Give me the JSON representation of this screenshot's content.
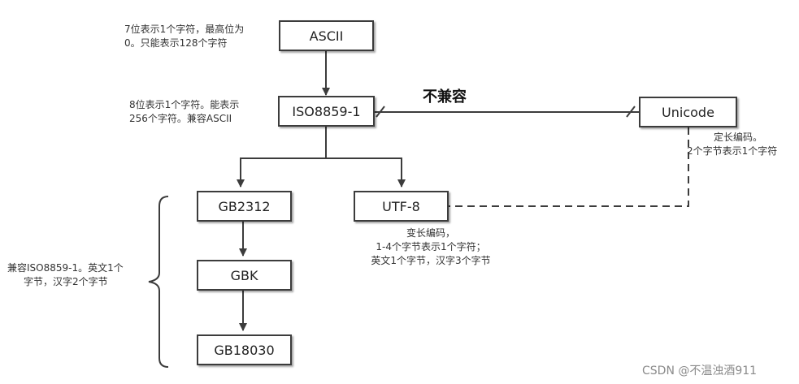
{
  "nodes": {
    "ascii": "ASCII",
    "iso8859": "ISO8859-1",
    "unicode": "Unicode",
    "gb2312": "GB2312",
    "utf8": "UTF-8",
    "gbk": "GBK",
    "gb18030": "GB18030"
  },
  "notes": {
    "ascii": [
      "7位表示1个字符，最高位为",
      "0。只能表示128个字符"
    ],
    "iso8859": [
      "8位表示1个字符。能表示",
      "256个字符。兼容ASCII"
    ],
    "unicode": [
      "定长编码。",
      "2个字节表示1个字符"
    ],
    "utf8": [
      "变长编码，",
      "1-4个字节表示1个字符；",
      "英文1个字节，汉字3个字节"
    ],
    "gb_family": [
      "兼容ISO8859-1。英文1个",
      "字节，汉字2个字节"
    ]
  },
  "incompatible_label": "不兼容",
  "watermark": "CSDN @不温浊酒911",
  "colors": {
    "line": "#3c3c3c",
    "text": "#333333",
    "background": "#ffffff"
  }
}
